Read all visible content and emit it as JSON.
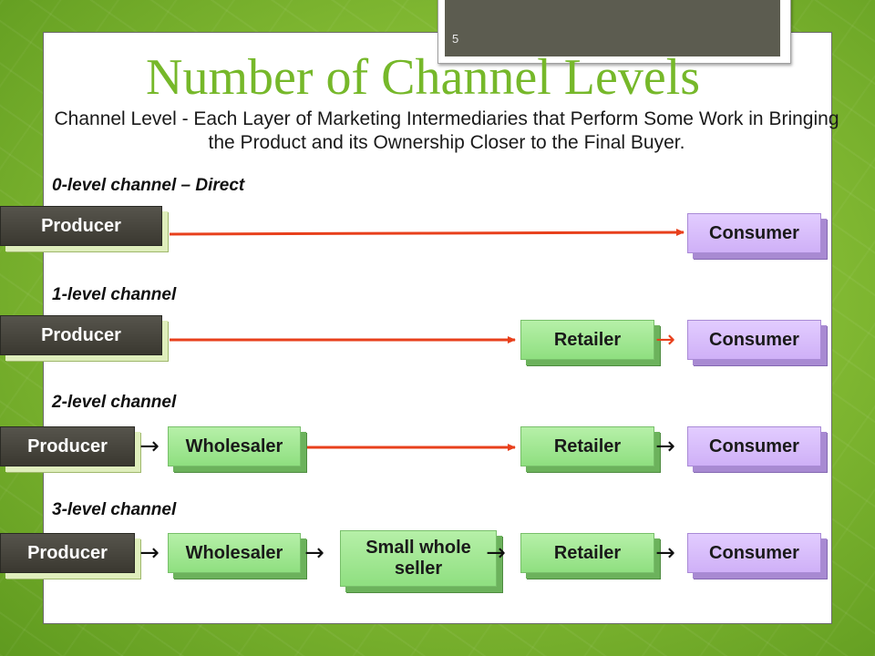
{
  "slide_number": "5",
  "title": "Number of Channel Levels",
  "subtitle": "Channel Level - Each Layer of Marketing Intermediaries that Perform Some Work in Bringing the Product and its Ownership Closer to the Final Buyer.",
  "levels": [
    {
      "label": "0-level channel – Direct",
      "producer": "Producer",
      "consumer": "Consumer"
    },
    {
      "label": "1-level channel",
      "producer": "Producer",
      "retailer": "Retailer",
      "consumer": "Consumer"
    },
    {
      "label": "2-level channel",
      "producer": "Producer",
      "wholesaler": "Wholesaler",
      "retailer": "Retailer",
      "consumer": "Consumer"
    },
    {
      "label": "3-level channel",
      "producer": "Producer",
      "wholesaler": "Wholesaler",
      "small_wholesaler": "Small whole seller",
      "retailer": "Retailer",
      "consumer": "Consumer"
    }
  ],
  "colors": {
    "title": "#76b82a",
    "producer": "#4a4840",
    "intermediary": "#a6ea98",
    "consumer": "#dabdfd",
    "connector": "#e8401c"
  }
}
